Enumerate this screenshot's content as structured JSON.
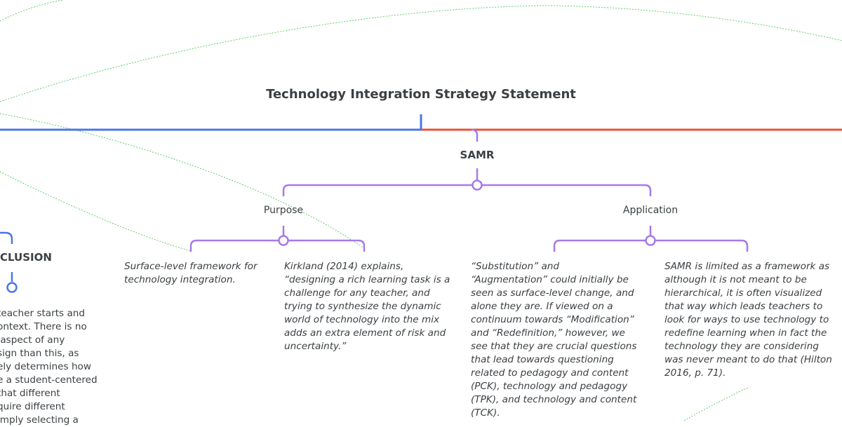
{
  "colors": {
    "blue": "#4a76e8",
    "red": "#e8513a",
    "purple": "#a779e9",
    "dotted_green": "#5fcf66"
  },
  "root": {
    "title": "Technology Integration Strategy Statement"
  },
  "samr": {
    "label": "SAMR",
    "purpose": {
      "label": "Purpose",
      "items": [
        "Surface-level framework for\ntechnology integration.",
        "Kirkland (2014) explains,\n“designing a rich learning task is a\nchallenge for any teacher, and\ntrying to synthesize the dynamic\nworld of technology into the mix\nadds an extra element of risk and\nuncertainty.”"
      ]
    },
    "application": {
      "label": "Application",
      "items": [
        "“Substitution” and\n“Augmentation” could initially be\nseen as surface-level change, and\nalone they are. If viewed on a\ncontinuum towards “Modification”\nand “Redefinition,” however, we\nsee that they are crucial questions\nthat lead towards questioning\nrelated to pedagogy and content\n(PCK), technology and pedagogy\n(TPK), and technology and content\n(TCK).",
        "SAMR is limited as a framework as\nalthough it is not meant to be\nhierarchical, it is often visualized\nthat way which leads teachers to\nlook for ways to use technology to\nredefine learning when in fact the\ntechnology they are considering\nwas never meant to do that (Hilton\n2016, p. 71)."
      ]
    }
  },
  "conclusion": {
    "label": "CLUSION",
    "text": "teacher starts and\nontext. There is no\n aspect of any\nsign than this, as\nely determines how\ne a student-centered\nthat different\nquire different\nimply selecting a"
  }
}
